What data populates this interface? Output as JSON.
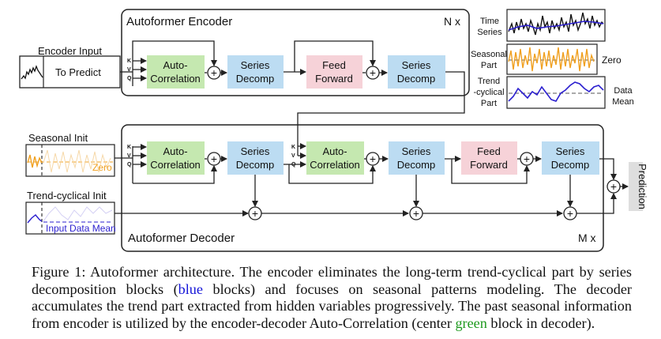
{
  "figure": {
    "encoder": {
      "title": "Autoformer Encoder",
      "repeat": "N x",
      "input_label": "Encoder Input",
      "to_predict": "To Predict",
      "kvq": [
        "K",
        "V",
        "Q"
      ],
      "autocorr": [
        "Auto-",
        "Correlation"
      ],
      "decomp1": [
        "Series",
        "Decomp"
      ],
      "feed": [
        "Feed",
        "Forward"
      ],
      "decomp2": [
        "Series",
        "Decomp"
      ]
    },
    "decoder": {
      "title": "Autoformer Decoder",
      "repeat": "M x",
      "seasonal_init": "Seasonal Init",
      "seasonal_zero": "Zero",
      "trend_init": "Trend-cyclical Init",
      "trend_mean": "Input Data Mean",
      "kvq1": [
        "K",
        "V",
        "Q"
      ],
      "kvq2": [
        "K",
        "V",
        "Q"
      ],
      "autocorr1": [
        "Auto-",
        "Correlation"
      ],
      "decomp1": [
        "Series",
        "Decomp"
      ],
      "autocorr2": [
        "Auto-",
        "Correlation"
      ],
      "decomp2": [
        "Series",
        "Decomp"
      ],
      "feed": [
        "Feed",
        "Forward"
      ],
      "decomp3": [
        "Series",
        "Decomp"
      ],
      "prediction": "Prediction"
    },
    "legend": {
      "time_series": [
        "Time",
        "Series"
      ],
      "seasonal_part": [
        "Seasonal",
        "Part"
      ],
      "zero": "Zero",
      "trend_part": [
        "Trend",
        "-cyclical",
        "Part"
      ],
      "data_mean": [
        "Data",
        "Mean"
      ]
    },
    "colors": {
      "green_block": "#c5e8b0",
      "blue_block": "#bcdcf2",
      "pink_block": "#f6d2d8",
      "orange_line": "#f0a020",
      "blue_line": "#2b1fcf",
      "caption_blue": "#1414d8",
      "caption_green": "#1e9a1e"
    }
  },
  "caption": {
    "prefix": "Figure 1: Autoformer architecture. The encoder eliminates the long-term trend-cyclical part by series decomposition blocks (",
    "blue_word": "blue",
    "middle": " blocks) and focuses on seasonal patterns modeling. The decoder accumulates the trend part extracted from hidden variables progressively. The past seasonal information from encoder is utilized by the encoder-decoder Auto-Correlation (center ",
    "green_word": "green",
    "suffix": " block in decoder)."
  }
}
